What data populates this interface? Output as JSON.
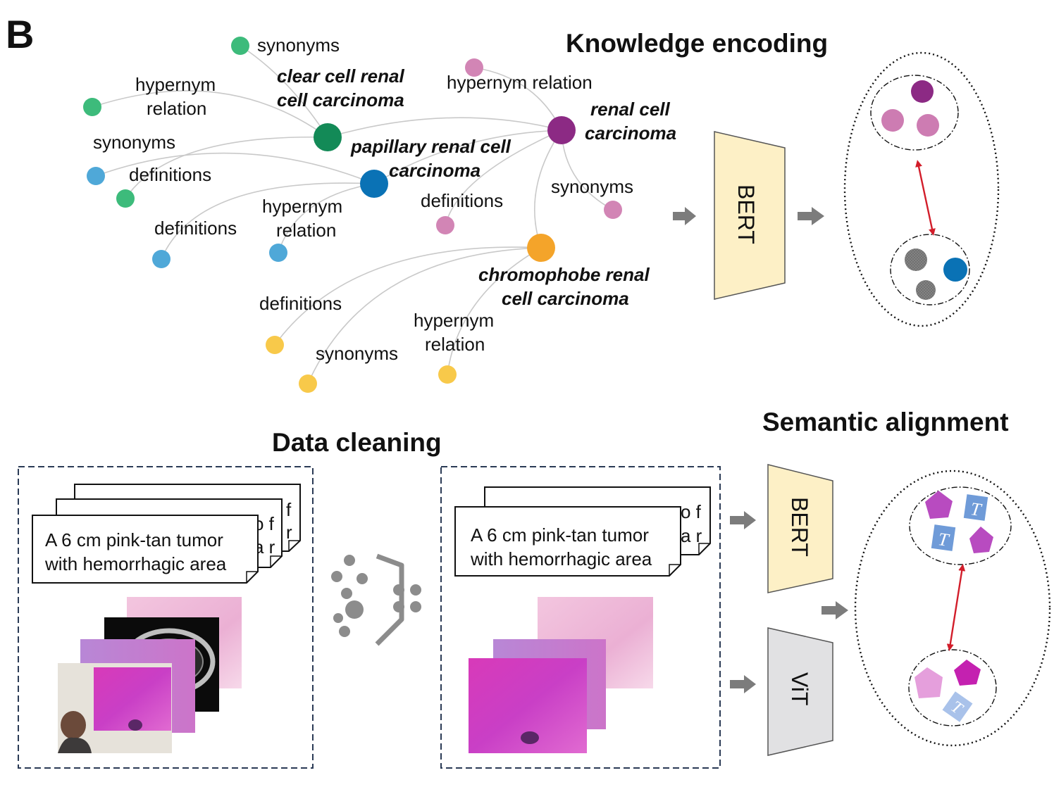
{
  "panel_label": "B",
  "headings": {
    "knowledge_encoding": "Knowledge encoding",
    "data_cleaning": "Data cleaning",
    "semantic_alignment": "Semantic alignment"
  },
  "graph": {
    "terms": {
      "clear_cell_line1": "clear cell renal",
      "clear_cell_line2": "cell carcinoma",
      "papillary_line1": "papillary renal cell",
      "papillary_line2": "carcinoma",
      "renal_cell_line1": "renal cell",
      "renal_cell_line2": "carcinoma",
      "chromophobe_line1": "chromophobe renal",
      "chromophobe_line2": "cell carcinoma"
    },
    "labels": {
      "synonyms": "synonyms",
      "definitions": "definitions",
      "hypernym": "hypernym",
      "relation": "relation",
      "hypernym_relation": "hypernym relation"
    },
    "colors": {
      "green": "#3dbb7b",
      "green_dark": "#138a57",
      "blue": "#4fa8d8",
      "blue_dark": "#0a72b5",
      "purple": "#d285b5",
      "purple_dark": "#8c2a84",
      "orange": "#f4a42a",
      "yellow": "#f8c94a"
    }
  },
  "models": {
    "bert": "BERT",
    "vit": "ViT"
  },
  "cards": {
    "left_line1": "A 6 cm pink-tan tumor",
    "left_line2": "with hemorrhagic area",
    "right_line1": "A 6 cm pink-tan tumor",
    "right_line2": "with hemorrhagic area"
  },
  "icons": {
    "text_glyph": "T"
  }
}
